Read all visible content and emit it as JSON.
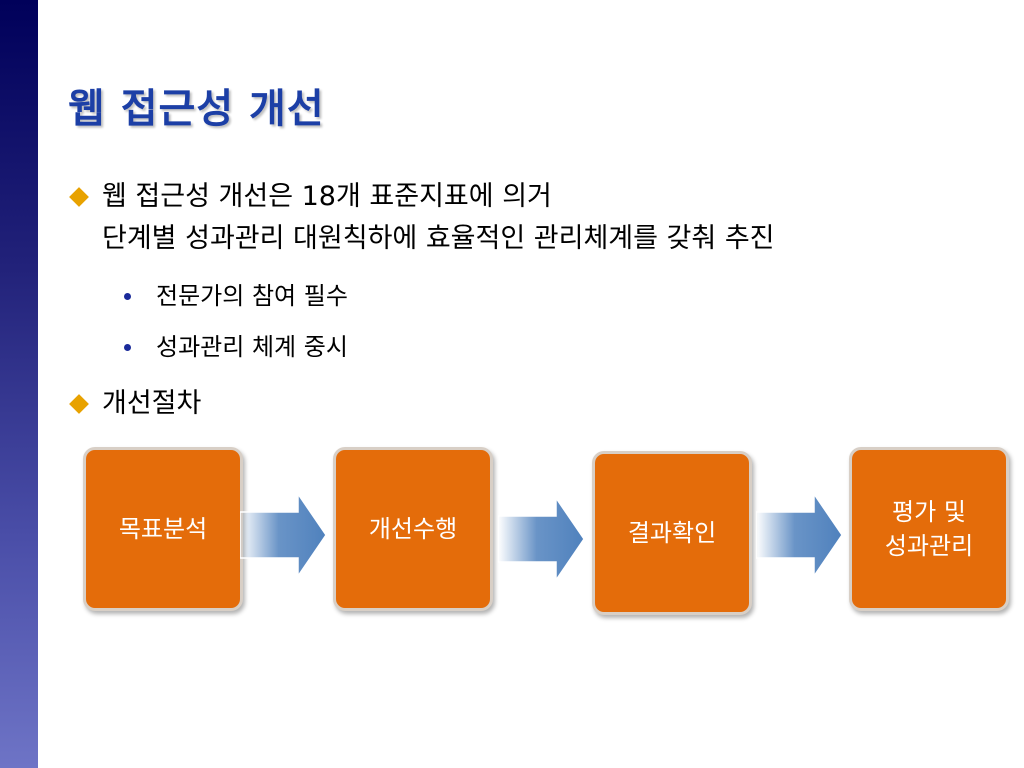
{
  "title": "웹 접근성 개선",
  "bullets": [
    {
      "line1": "웹 접근성 개선은 18개 표준지표에 의거",
      "line2": "단계별 성과관리 대원칙하에 효율적인 관리체계를 갖춰 추진",
      "sub": [
        "전문가의 참여 필수",
        "성과관리 체계 중시"
      ]
    },
    {
      "line1": "개선절차"
    }
  ],
  "process": {
    "steps": [
      "목표분석",
      "개선수행",
      "결과확인",
      "평가 및\n성과관리"
    ]
  },
  "colors": {
    "title": "#1c3fa6",
    "step_fill": "#e46c0a",
    "arrow": "#4f81bd",
    "diamond": "#e8a200",
    "dot": "#1a2a9a"
  }
}
